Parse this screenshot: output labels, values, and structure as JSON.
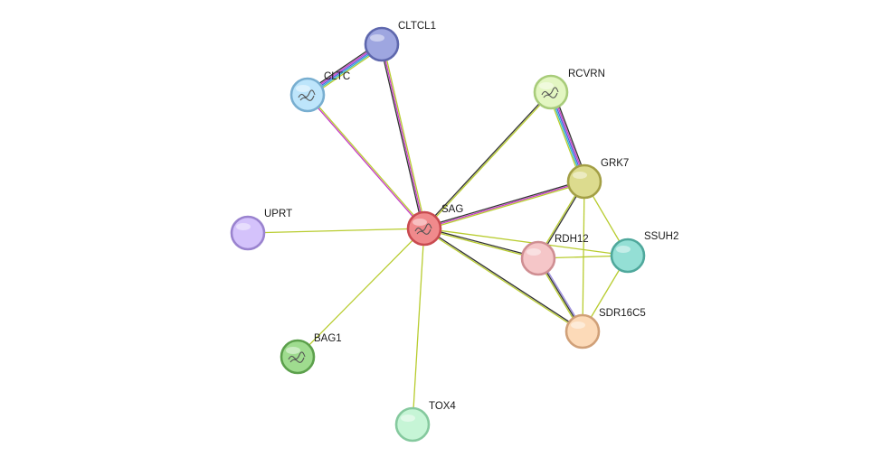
{
  "nodes": [
    {
      "id": "SAG",
      "label": "SAG",
      "fill": "#f08a8c",
      "stroke": "#c94b50",
      "has_structure": true
    },
    {
      "id": "CLTCL1",
      "label": "CLTCL1",
      "fill": "#9ea6e0",
      "stroke": "#5e67ad",
      "has_structure": false
    },
    {
      "id": "CLTC",
      "label": "CLTC",
      "fill": "#bde5fb",
      "stroke": "#78aed0",
      "has_structure": true
    },
    {
      "id": "RCVRN",
      "label": "RCVRN",
      "fill": "#e3f6c2",
      "stroke": "#a8cc7a",
      "has_structure": true
    },
    {
      "id": "GRK7",
      "label": "GRK7",
      "fill": "#dcdb8e",
      "stroke": "#a39f45",
      "has_structure": false
    },
    {
      "id": "UPRT",
      "label": "UPRT",
      "fill": "#d4c2fb",
      "stroke": "#9a83cf",
      "has_structure": false
    },
    {
      "id": "RDH12",
      "label": "RDH12",
      "fill": "#f5c6c8",
      "stroke": "#cf8e92",
      "has_structure": false
    },
    {
      "id": "SSUH2",
      "label": "SSUH2",
      "fill": "#94dfd5",
      "stroke": "#4fa89c",
      "has_structure": false
    },
    {
      "id": "SDR16C5",
      "label": "SDR16C5",
      "fill": "#fcdab8",
      "stroke": "#d0a078",
      "has_structure": false
    },
    {
      "id": "BAG1",
      "label": "BAG1",
      "fill": "#9fdc8f",
      "stroke": "#5ca04c",
      "has_structure": true
    },
    {
      "id": "TOX4",
      "label": "TOX4",
      "fill": "#c6f5d6",
      "stroke": "#85c99e",
      "has_structure": false
    }
  ],
  "edges": [
    {
      "source": "SAG",
      "target": "CLTCL1",
      "colors": [
        "#333333",
        "#c43bc4",
        "#b8cc2f"
      ]
    },
    {
      "source": "SAG",
      "target": "CLTC",
      "colors": [
        "#c43bc4",
        "#b8cc2f"
      ]
    },
    {
      "source": "CLTC",
      "target": "CLTCL1",
      "colors": [
        "#333333",
        "#c43bc4",
        "#4d5ae0",
        "#2ab6c8",
        "#b8cc2f"
      ]
    },
    {
      "source": "SAG",
      "target": "RCVRN",
      "colors": [
        "#333333",
        "#b8cc2f"
      ]
    },
    {
      "source": "SAG",
      "target": "GRK7",
      "colors": [
        "#333333",
        "#c43bc4",
        "#b8cc2f"
      ]
    },
    {
      "source": "SAG",
      "target": "UPRT",
      "colors": [
        "#b8cc2f"
      ]
    },
    {
      "source": "SAG",
      "target": "BAG1",
      "colors": [
        "#b8cc2f"
      ]
    },
    {
      "source": "SAG",
      "target": "TOX4",
      "colors": [
        "#b8cc2f"
      ]
    },
    {
      "source": "SAG",
      "target": "RDH12",
      "colors": [
        "#333333",
        "#b8cc2f"
      ]
    },
    {
      "source": "SAG",
      "target": "SSUH2",
      "colors": [
        "#b8cc2f"
      ]
    },
    {
      "source": "SAG",
      "target": "SDR16C5",
      "colors": [
        "#333333",
        "#b8cc2f"
      ]
    },
    {
      "source": "RCVRN",
      "target": "GRK7",
      "colors": [
        "#333333",
        "#c43bc4",
        "#4d5ae0",
        "#2ab6c8",
        "#b8cc2f"
      ]
    },
    {
      "source": "GRK7",
      "target": "RDH12",
      "colors": [
        "#333333",
        "#b8cc2f"
      ]
    },
    {
      "source": "GRK7",
      "target": "SSUH2",
      "colors": [
        "#b8cc2f"
      ]
    },
    {
      "source": "GRK7",
      "target": "SDR16C5",
      "colors": [
        "#b8cc2f"
      ]
    },
    {
      "source": "RDH12",
      "target": "SSUH2",
      "colors": [
        "#b8cc2f"
      ]
    },
    {
      "source": "RDH12",
      "target": "SDR16C5",
      "colors": [
        "#9c8ee0",
        "#333333",
        "#b8cc2f"
      ]
    },
    {
      "source": "SSUH2",
      "target": "SDR16C5",
      "colors": [
        "#b8cc2f"
      ]
    }
  ]
}
